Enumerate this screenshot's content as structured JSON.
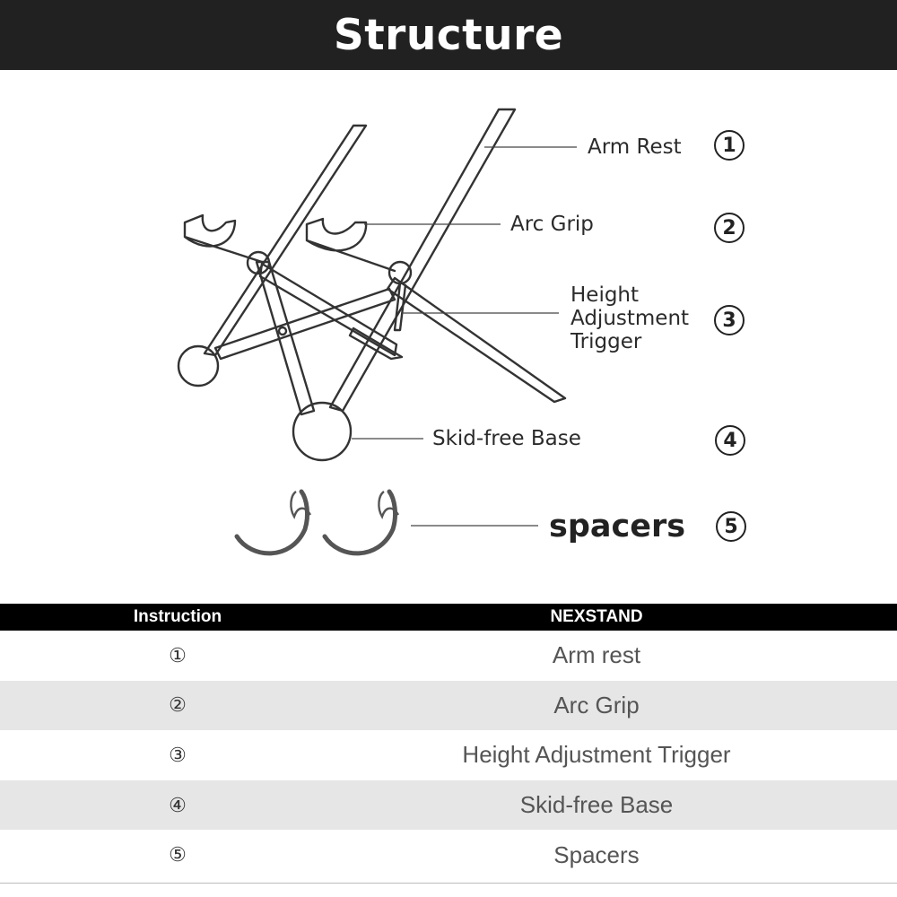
{
  "header": {
    "title": "Structure"
  },
  "diagram": {
    "callouts": [
      {
        "label": "Arm Rest",
        "number": "1"
      },
      {
        "label": "Arc Grip",
        "number": "2"
      },
      {
        "label": "Height Adjustment Trigger",
        "number": "3"
      },
      {
        "label": "Skid-free Base",
        "number": "4"
      },
      {
        "label": "spacers",
        "number": "5"
      }
    ]
  },
  "table": {
    "headers": {
      "instruction": "Instruction",
      "product": "NEXSTAND"
    },
    "rows": [
      {
        "mark": "①",
        "name": "Arm rest"
      },
      {
        "mark": "②",
        "name": "Arc Grip"
      },
      {
        "mark": "③",
        "name": "Height Adjustment Trigger"
      },
      {
        "mark": "④",
        "name": "Skid-free Base"
      },
      {
        "mark": "⑤",
        "name": "Spacers"
      }
    ]
  },
  "colors": {
    "header_bg": "#212121",
    "table_head_bg": "#000000",
    "row_alt_bg": "#e6e6e6",
    "line": "#333333",
    "spacer": "#555555"
  }
}
